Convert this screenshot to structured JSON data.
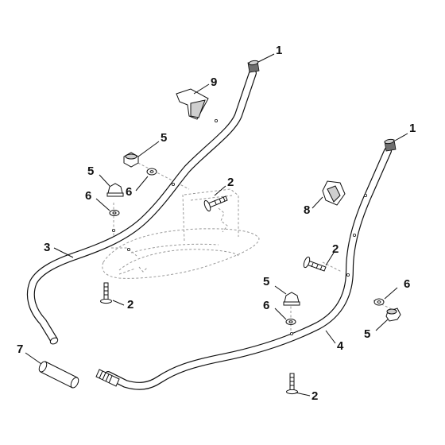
{
  "callouts": [
    {
      "id": "c1a",
      "text": "1"
    },
    {
      "id": "c1b",
      "text": "1"
    },
    {
      "id": "c2a",
      "text": "2"
    },
    {
      "id": "c2b",
      "text": "2"
    },
    {
      "id": "c2c",
      "text": "2"
    },
    {
      "id": "c2d",
      "text": "2"
    },
    {
      "id": "c3",
      "text": "3"
    },
    {
      "id": "c4",
      "text": "4"
    },
    {
      "id": "c5a",
      "text": "5"
    },
    {
      "id": "c5b",
      "text": "5"
    },
    {
      "id": "c5c",
      "text": "5"
    },
    {
      "id": "c5d",
      "text": "5"
    },
    {
      "id": "c6a",
      "text": "6"
    },
    {
      "id": "c6b",
      "text": "6"
    },
    {
      "id": "c6c",
      "text": "6"
    },
    {
      "id": "c6d",
      "text": "6"
    },
    {
      "id": "c7",
      "text": "7"
    },
    {
      "id": "c8",
      "text": "8"
    },
    {
      "id": "c9",
      "text": "9"
    }
  ]
}
